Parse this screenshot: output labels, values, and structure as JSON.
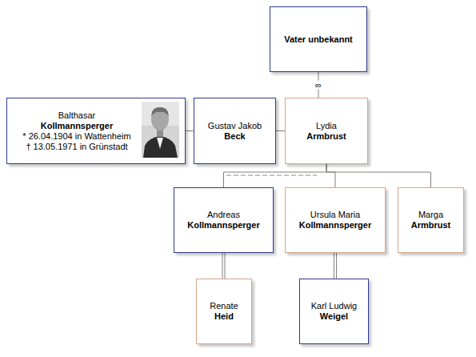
{
  "diagram": {
    "nodes": [
      {
        "text": [
          "Vater unbekannt"
        ]
      },
      {
        "text": [
          "Balthasar",
          "Kollmannsperger",
          "* 26.04.1904 in Wattenheim",
          "† 13.05.1971 in Grünstadt"
        ]
      },
      {
        "text": [
          "Gustav Jakob",
          "Beck"
        ]
      },
      {
        "text": [
          "Lydia",
          "Armbrust"
        ]
      },
      {
        "text": [
          "Andreas",
          "Kollmannsperger"
        ]
      },
      {
        "text": [
          "Ursula Maria",
          "Kollmannsperger"
        ]
      },
      {
        "text": [
          "Marga",
          "Armbrust"
        ]
      },
      {
        "text": [
          "Renate",
          "Heid"
        ]
      },
      {
        "text": [
          "Karl Ludwig",
          "Weigel"
        ]
      }
    ],
    "edges": [
      {
        "from": 0,
        "to": 3,
        "arrow": "none",
        "label": "∞"
      },
      {
        "from": 1,
        "to": 2,
        "arrow": "none"
      },
      {
        "from": 2,
        "to": 3,
        "arrow": "none"
      },
      {
        "from": 3,
        "to": 4,
        "arrow": "none"
      },
      {
        "from": 3,
        "to": 5,
        "arrow": "none"
      },
      {
        "from": 3,
        "to": 6,
        "arrow": "none"
      },
      {
        "from": 4,
        "to": 7,
        "arrow": "none"
      },
      {
        "from": 5,
        "to": 8,
        "arrow": "none"
      }
    ]
  }
}
